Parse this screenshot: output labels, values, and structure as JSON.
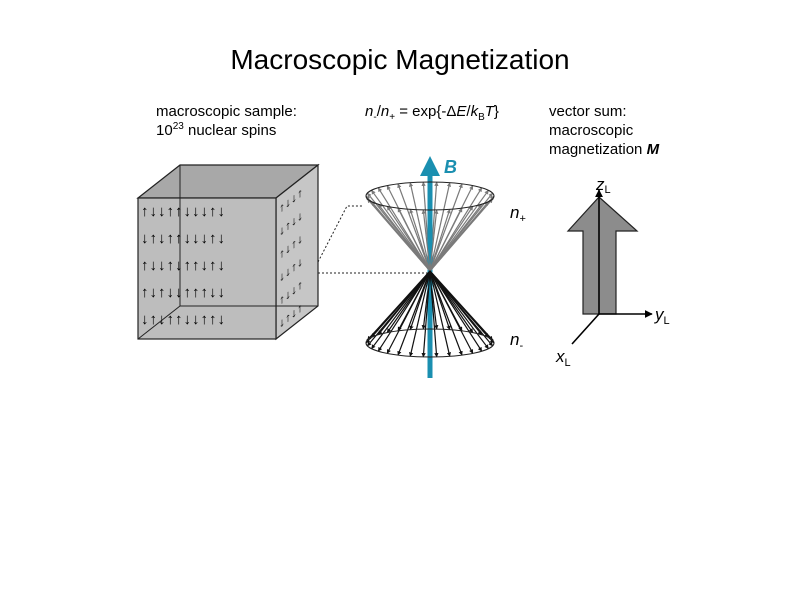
{
  "title": "Macroscopic Magnetization",
  "sample": {
    "line1": "macroscopic sample:",
    "line2_base": "10",
    "line2_exp": "23",
    "line2_rest": " nuclear spins"
  },
  "boltzmann": {
    "n": "n",
    "minus": "-",
    "slash": "/",
    "plus": "+",
    "eq": " = exp{-",
    "delta": "Δ",
    "E": "E",
    "k": "k",
    "B_sub": "B",
    "T": "T",
    "close": "}"
  },
  "vector_sum": {
    "line1": "vector sum:",
    "line2": "macroscopic",
    "line3": "magnetization ",
    "M": "M"
  },
  "field_label": "B",
  "n_plus": {
    "n": "n",
    "sub": "+"
  },
  "n_minus": {
    "n": "n",
    "sub": "-"
  },
  "axes": {
    "z": "z",
    "z_sub": "L",
    "y": "y",
    "y_sub": "L",
    "x": "x",
    "x_sub": "L"
  },
  "spin_grid": {
    "front_rows": [
      "↑↓↓↑↑↓↓↓↑↓",
      "↓↑↓↑↑↓↓↓↑↓",
      "↑↓↓↑↓↑↑↓↑↓",
      "↑↓↑↓↓↑↑↑↓↓",
      "↓↑↓↑↑↓↓↑↑↓"
    ],
    "side_rows": [
      "↑↓↓↑",
      "↓↑↓↓",
      "↑↓↑↓",
      "↓↓↑↓",
      "↑↓↓↑",
      "↓↑↓↑"
    ]
  },
  "colors": {
    "field_arrow": "#1a8fb0",
    "cube_front": "#bdbdbd",
    "cube_top": "#a8a8a8",
    "cube_side": "#c6c6c6",
    "up_cone_arrows": "#7a7a7a",
    "down_cone_arrows": "#111111",
    "m_arrow_fill": "#8c8c8c",
    "m_arrow_stroke": "#222222"
  }
}
